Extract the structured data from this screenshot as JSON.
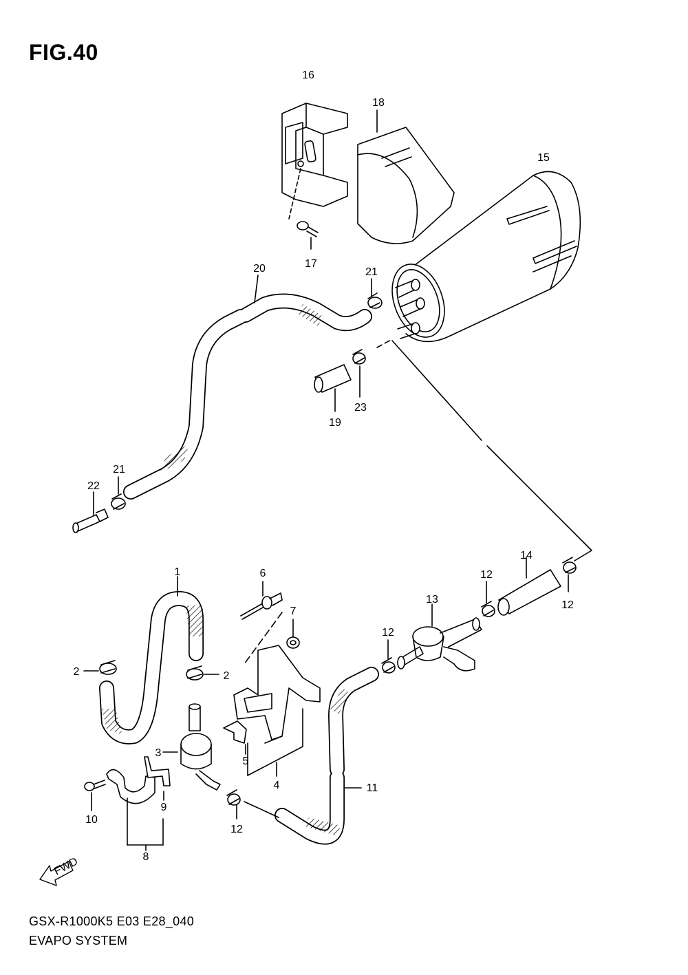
{
  "title": "FIG.40",
  "footer": {
    "model_code": "GSX-R1000K5 E03 E28_040",
    "system_name": "EVAPO SYSTEM"
  },
  "fwd_label": "FWD",
  "callouts": {
    "c1": "1",
    "c2a": "2",
    "c2b": "2",
    "c3": "3",
    "c4": "4",
    "c5": "5",
    "c6": "6",
    "c7": "7",
    "c8": "8",
    "c9": "9",
    "c10": "10",
    "c11": "11",
    "c12a": "12",
    "c12b": "12",
    "c12c": "12",
    "c12d": "12",
    "c13": "13",
    "c14": "14",
    "c15": "15",
    "c16": "16",
    "c17": "17",
    "c18": "18",
    "c19": "19",
    "c20": "20",
    "c21a": "21",
    "c21b": "21",
    "c22": "22",
    "c23": "23"
  }
}
